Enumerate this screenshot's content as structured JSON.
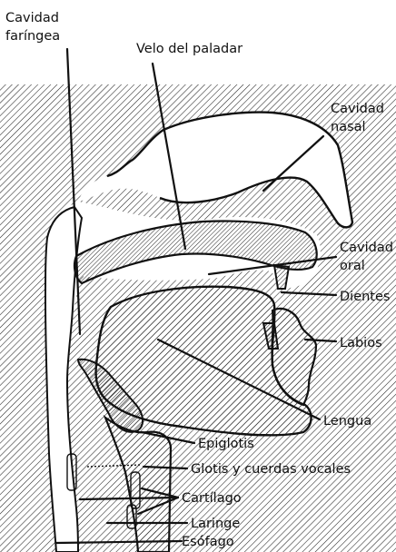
{
  "labels": {
    "faringea_line1": "Cavidad",
    "faringea_line2": "faríngea",
    "velo": "Velo del paladar",
    "nasal_line1": "Cavidad",
    "nasal_line2": "nasal",
    "oral_line1": "Cavidad",
    "oral_line2": "oral",
    "dientes": "Dientes",
    "labios": "Labios",
    "lengua": "Lengua",
    "epiglotis": "Epiglotis",
    "glotis": "Glotis y cuerdas vocales",
    "cartilago": "Cartílago",
    "laringe": "Laringe",
    "esofago": "Esófago"
  },
  "colors": {
    "ink": "#111111",
    "paper": "#ffffff"
  }
}
